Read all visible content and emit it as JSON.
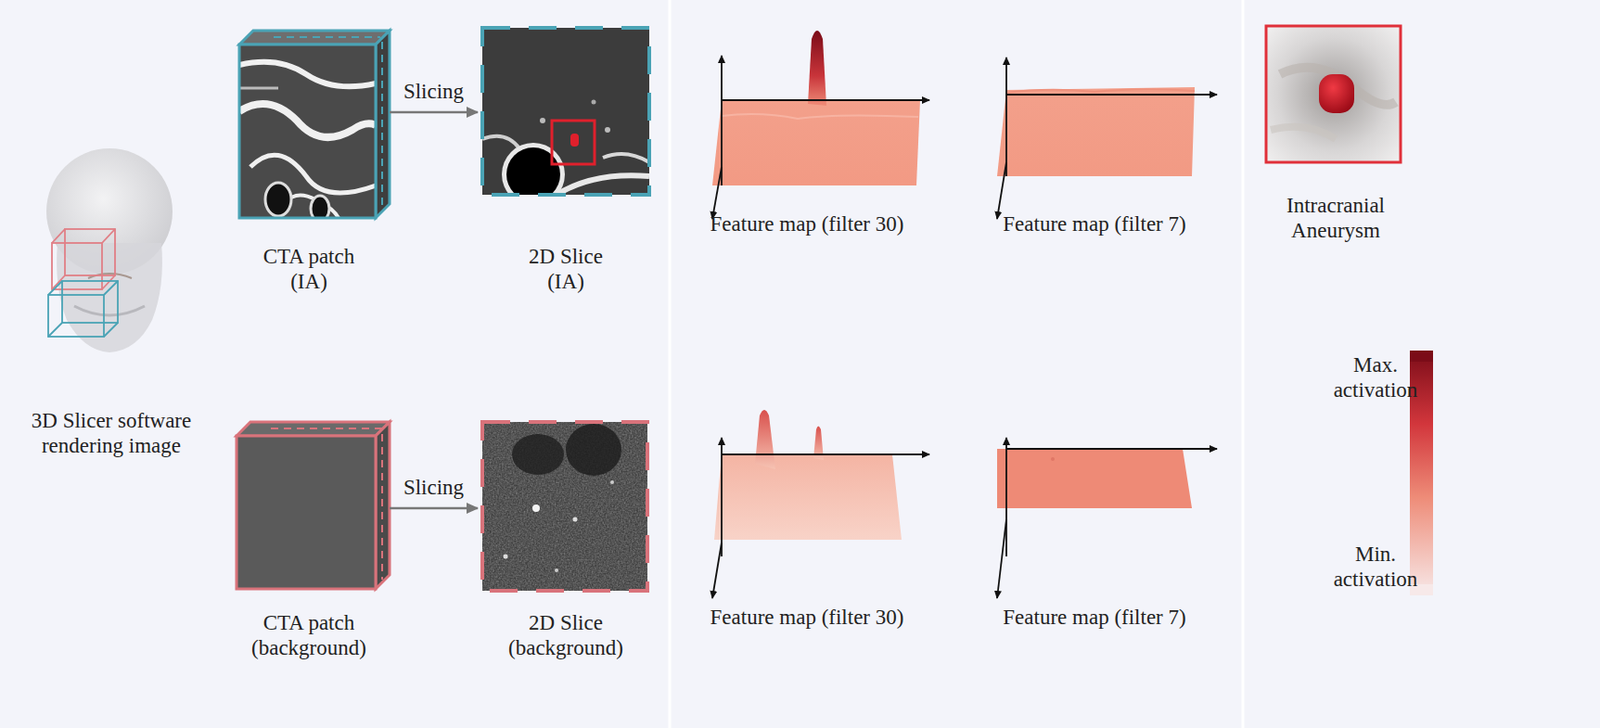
{
  "diagram": {
    "nodes": [
      {
        "text": [
          "3D Slicer software rendering image"
        ]
      },
      {
        "text": [
          "CTA patch (IA)"
        ]
      },
      {
        "text": [
          "2D Slice (IA)"
        ]
      },
      {
        "text": [
          "Feature map (filter 30)"
        ]
      },
      {
        "text": [
          "Feature map (filter 7)"
        ]
      },
      {
        "text": [
          "Intracranial Aneurysm"
        ]
      },
      {
        "text": [
          "CTA patch (background)"
        ]
      },
      {
        "text": [
          "2D Slice (background)"
        ]
      },
      {
        "text": [
          "Feature map (filter 30)"
        ]
      },
      {
        "text": [
          "Feature map (filter 7)"
        ]
      }
    ],
    "edges": [
      {
        "from": 1,
        "to": 2,
        "label": "Slicing",
        "arrow": "to"
      },
      {
        "from": 6,
        "to": 7,
        "label": "Slicing",
        "arrow": "to"
      }
    ],
    "legend": [
      {
        "text": "Max. activation",
        "color": "#7b0c18"
      },
      {
        "text": "Min. activation",
        "color": "#f7e9e9"
      }
    ]
  }
}
